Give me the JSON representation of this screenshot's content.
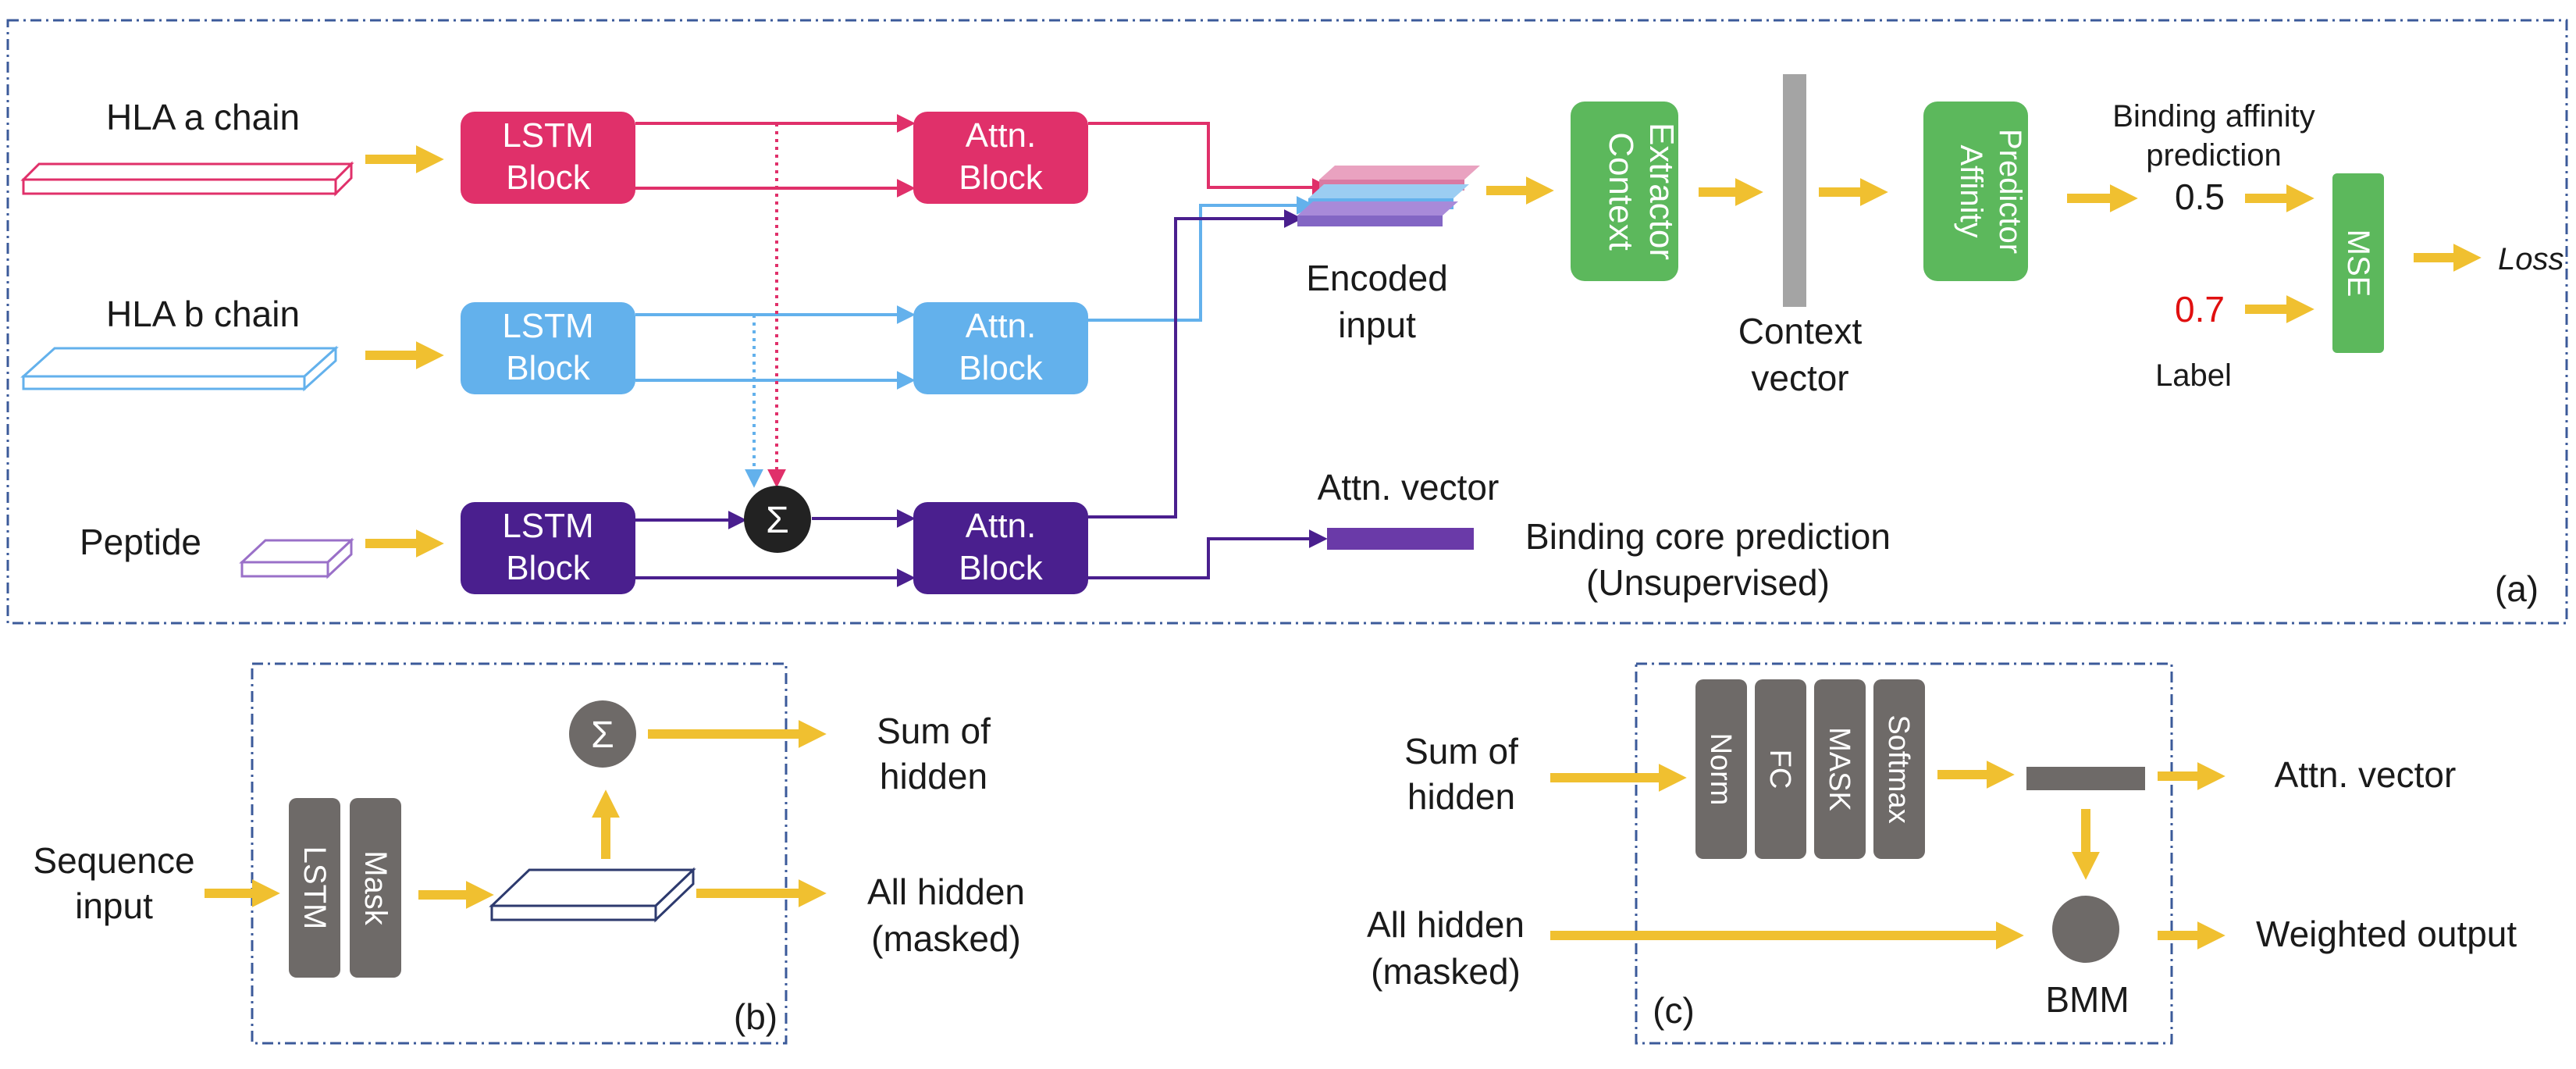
{
  "panel_a": {
    "inputs": {
      "hla_a": "HLA a chain",
      "hla_b": "HLA b chain",
      "peptide": "Peptide"
    },
    "lstm_label_line1": "LSTM",
    "lstm_label_line2": "Block",
    "attn_label_line1": "Attn.",
    "attn_label_line2": "Block",
    "sum_symbol": "Σ",
    "encoded_line1": "Encoded",
    "encoded_line2": "input",
    "context_extractor_line1": "Context",
    "context_extractor_line2": "Extractor",
    "context_vector_line1": "Context",
    "context_vector_line2": "vector",
    "affinity_predictor_line1": "Affinity",
    "affinity_predictor_line2": "Predictor",
    "binding_affinity_line1": "Binding affinity",
    "binding_affinity_line2": "prediction",
    "prediction_value": "0.5",
    "label_value": "0.7",
    "label_text": "Label",
    "mse": "MSE",
    "loss": "Loss",
    "attn_vector": "Attn. vector",
    "binding_core_line1": "Binding core prediction",
    "binding_core_line2": "(Unsupervised)",
    "tag": "(a)"
  },
  "panel_b": {
    "input_line1": "Sequence",
    "input_line2": "input",
    "lstm": "LSTM",
    "mask": "Mask",
    "sum_symbol": "Σ",
    "sum_line1": "Sum of",
    "sum_line2": "hidden",
    "all_line1": "All hidden",
    "all_line2": "(masked)",
    "tag": "(b)"
  },
  "panel_c": {
    "sum_line1": "Sum of",
    "sum_line2": "hidden",
    "all_line1": "All hidden",
    "all_line2": "(masked)",
    "norm": "Norm",
    "fc": "FC",
    "mask": "MASK",
    "softmax": "Softmax",
    "attn_vector": "Attn. vector",
    "weighted_output": "Weighted output",
    "bmm": "BMM",
    "tag": "(c)"
  },
  "colors": {
    "hla_a": "#e0306a",
    "hla_b": "#63b1ec",
    "peptide": "#4a1f8e",
    "green": "#5cb85c",
    "arrow": "#f0c030",
    "gray": "#6e6a68",
    "border": "#3b5a9a",
    "label_red": "#e01010"
  }
}
